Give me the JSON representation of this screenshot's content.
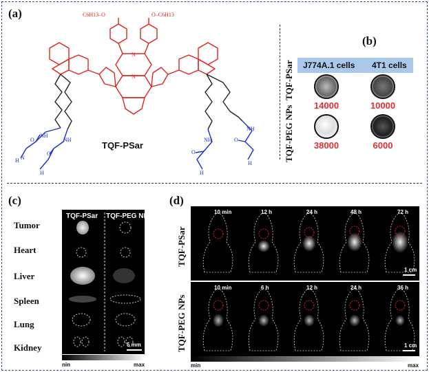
{
  "panels": {
    "a": {
      "label": "(a)",
      "compound": "TQF-PSar",
      "groups": {
        "alkoxy_left": "C6H13–O",
        "alkoxy_right": "O–C6H13",
        "nh": "NH",
        "n": "N",
        "h": "H",
        "o": "O",
        "n_ring": "N"
      }
    },
    "b": {
      "label": "(b)",
      "col_headers": [
        "J774A.1 cells",
        "4T1 cells"
      ],
      "row_labels": [
        "TQF-PSar",
        "TQF-PEG NPs"
      ],
      "values": [
        [
          "14000",
          "10000"
        ],
        [
          "38000",
          "6000"
        ]
      ]
    },
    "c": {
      "label": "(c)",
      "col_headers": [
        "TQF-PSar",
        "TQF-PEG NPs"
      ],
      "organs": [
        "Tumor",
        "Heart",
        "Liver",
        "Spleen",
        "Lung",
        "Kidney"
      ],
      "scale_bar": "5 mm",
      "color_min": "nin",
      "color_max": "max"
    },
    "d": {
      "label": "(d)",
      "rows": [
        {
          "label": "TQF-PSar",
          "times": [
            "10 min",
            "12 h",
            "24 h",
            "48 h",
            "72 h"
          ],
          "scale_bar": "1 cm"
        },
        {
          "label": "TQF-PEG NPs",
          "times": [
            "10 min",
            "6 h",
            "12 h",
            "24 h",
            "36 h"
          ],
          "scale_bar": "1 cm"
        }
      ],
      "color_min": "min",
      "color_max": "max"
    }
  },
  "colors": {
    "polymer_core": "#e0231c",
    "side_chain": "#1c2fc8",
    "value_text": "#e03030",
    "border": "#2b4aa0"
  }
}
